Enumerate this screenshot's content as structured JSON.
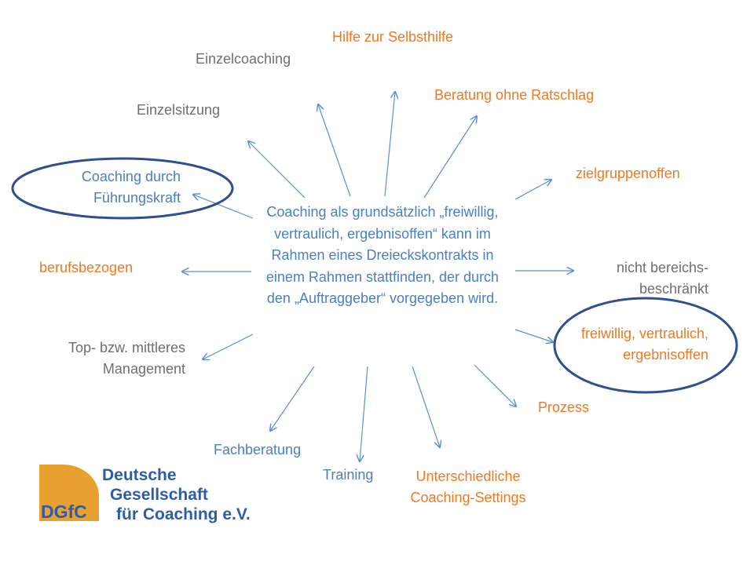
{
  "center": {
    "text": "Coaching als grundsätzlich „freiwillig, vertraulich, ergebnisoffen“ kann im Rahmen eines Dreieckskontrakts in einem Rahmen stattfinden, der durch den „Auftraggeber“ vorgegeben wird."
  },
  "labels": {
    "hilfe": "Hilfe zur Selbsthilfe",
    "einzelcoaching": "Einzelcoaching",
    "beratung": "Beratung ohne Ratschlag",
    "einzelsitzung": "Einzelsitzung",
    "zielgruppenoffen": "zielgruppenoffen",
    "fuehrungskraft_1": "Coaching durch",
    "fuehrungskraft_2": "Führungskraft",
    "berufsbezogen": "berufsbezogen",
    "bereichs_1": "nicht bereichs-",
    "bereichs_2": "beschränkt",
    "freiwillig_1": "freiwillig, vertraulich,",
    "freiwillig_2": "ergebnisoffen",
    "management_1": "Top- bzw. mittleres",
    "management_2": "Management",
    "prozess": "Prozess",
    "fachberatung": "Fachberatung",
    "training": "Training",
    "settings_1": "Unterschiedliche",
    "settings_2": "Coaching-Settings"
  },
  "logo": {
    "badge": "DGfC",
    "line1": "Deutsche",
    "line2": "Gesellschaft",
    "line3": "für Coaching e.V."
  },
  "colors": {
    "orange": "#f07820",
    "gray": "#6f6f6f",
    "blue": "#4a7fc1",
    "arrow": "#5b8fd0",
    "ellipse": "#2f4f8f",
    "logo_orange": "#e8a030",
    "logo_blue": "#2b5da8"
  }
}
